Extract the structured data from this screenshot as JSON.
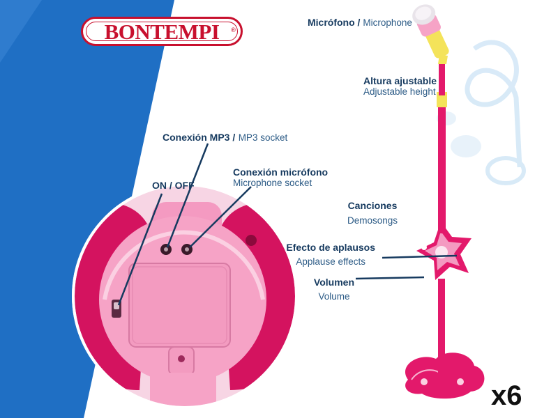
{
  "brand": {
    "logo_text": "BONTEMPI",
    "registered_mark": "®"
  },
  "labels": {
    "mp3_socket": {
      "es": "Conexión MP3 /",
      "en": "MP3 socket"
    },
    "mic_socket": {
      "es": "Conexión micrófono",
      "en": "Microphone socket"
    },
    "on_off": {
      "es": "ON / OFF"
    },
    "microphone": {
      "es": "Micrófono",
      "separator": " / ",
      "en": "Microphone"
    },
    "adjustable_height": {
      "es": "Altura ajustable",
      "en": "Adjustable height"
    },
    "demosongs": {
      "es": "Canciones",
      "en": "Demosongs"
    },
    "applause": {
      "es": "Efecto de aplausos",
      "en": "Applause effects"
    },
    "volume": {
      "es": "Volumen",
      "en": "Volume"
    }
  },
  "pack_quantity": "x6",
  "colors": {
    "blue_panel": "#1f6fc4",
    "pink_body": "#e3196b",
    "pink_light": "#f6a3c6",
    "yellow": "#f4e35a",
    "label_dark": "#163a5f",
    "label_light": "#2c5b86",
    "logo_red": "#c8102e"
  }
}
